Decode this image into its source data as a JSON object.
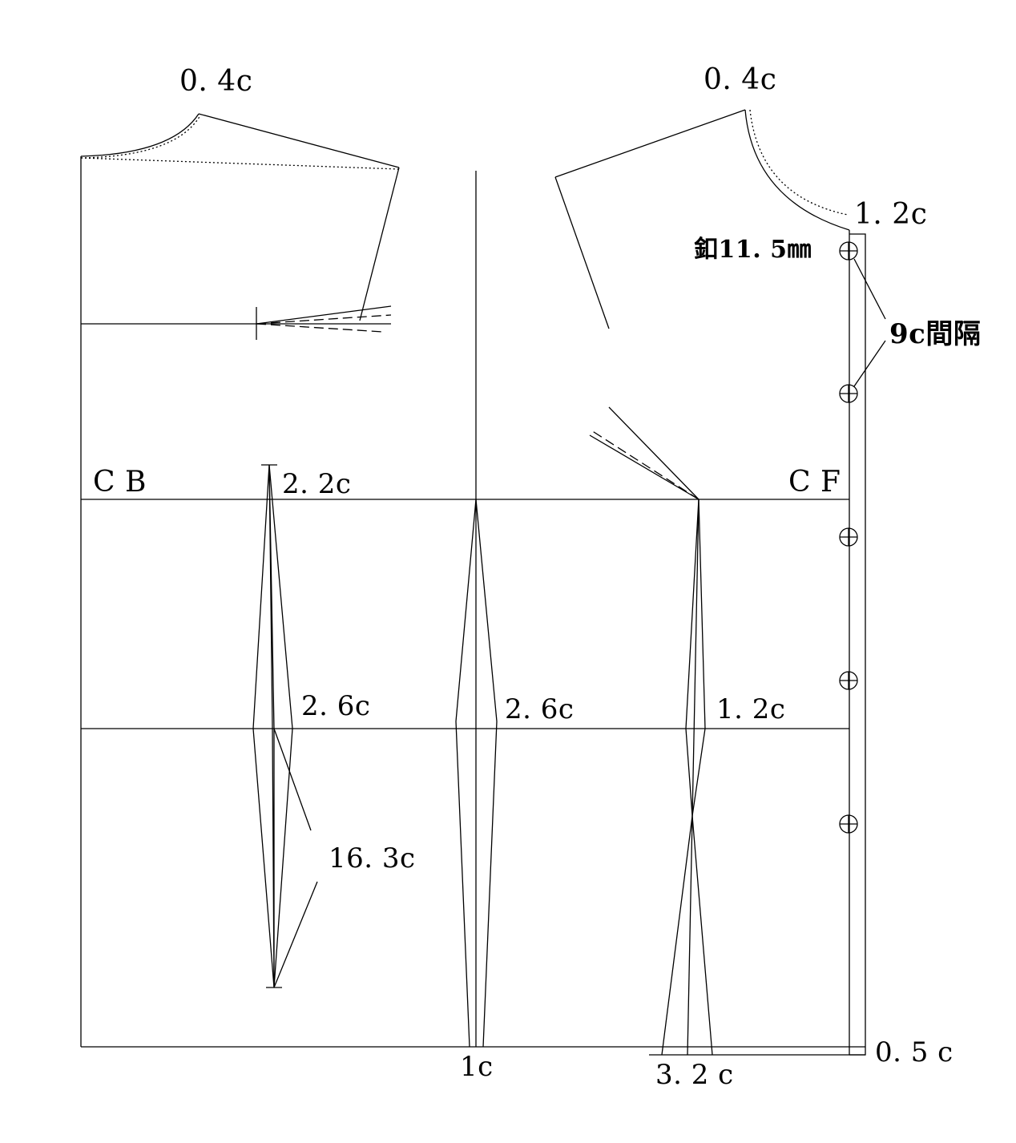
{
  "labels": {
    "back_neck": "0. 4c",
    "front_neck": "0. 4c",
    "front_neck_drop": "1. 2c",
    "button_size": "釦11. 5㎜",
    "button_spacing": "9c間隔",
    "center_back": "C B",
    "center_front": "C F",
    "back_dart_top": "2. 2c",
    "back_dart_width": "2. 6c",
    "side_dart_width": "2. 6c",
    "front_dart_width": "1. 2c",
    "back_dart_length": "16. 3c",
    "side_hem": "1c",
    "front_hem": "3. 2 c",
    "hem_extension": "0. 5 c"
  },
  "colors": {
    "line": "#000000",
    "background": "#ffffff"
  }
}
